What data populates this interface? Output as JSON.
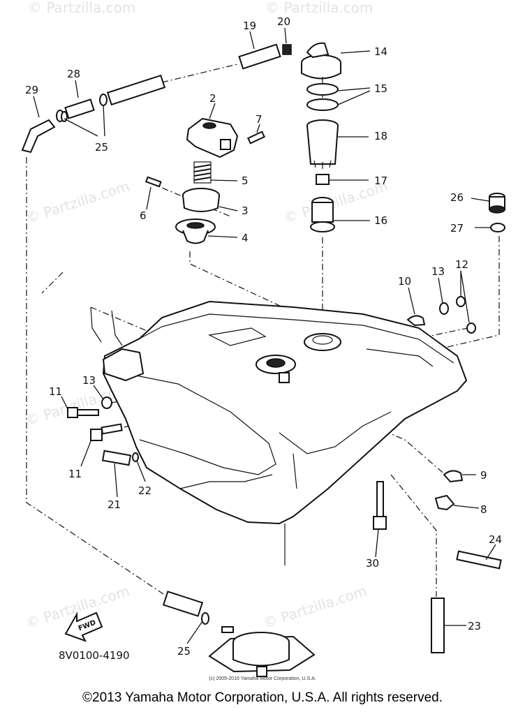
{
  "diagram": {
    "callouts": [
      "19",
      "20",
      "14",
      "15",
      "28",
      "29",
      "2",
      "7",
      "18",
      "25",
      "5",
      "17",
      "26",
      "6",
      "3",
      "16",
      "27",
      "4",
      "10",
      "13",
      "12",
      "13",
      "11",
      "11",
      "9",
      "21",
      "22",
      "8",
      "30",
      "24",
      "23",
      "25"
    ],
    "drawing_code": "8V0100-4190",
    "fwd_label": "FWD",
    "watermark": "© Partzilla.com"
  },
  "footer": {
    "small_copyright": "(c) 2005-2016 Yamaha Motor Corporation, U.S.A.",
    "copyright": "©2013 Yamaha Motor Corporation, U.S.A. All rights reserved."
  }
}
